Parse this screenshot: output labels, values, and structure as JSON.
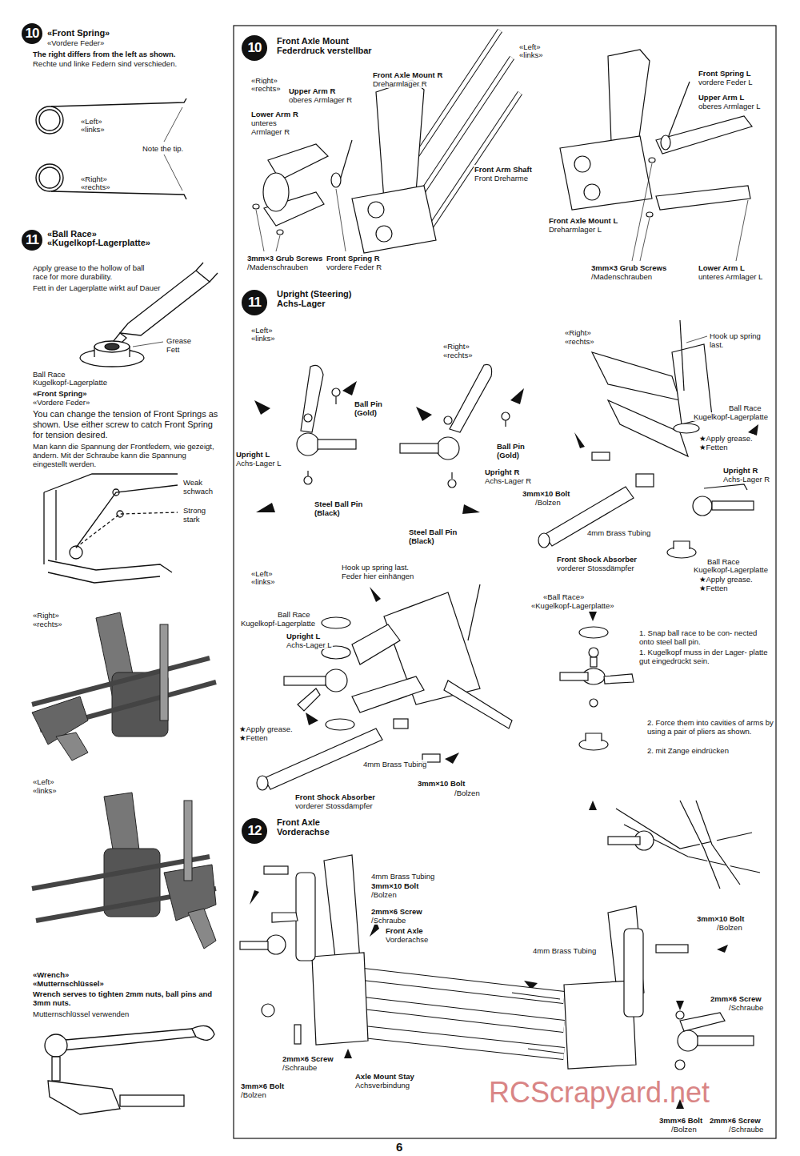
{
  "diagram": {
    "nodes": [
      {
        "text": [
          "10"
        ]
      },
      {
        "text": [
          "11"
        ]
      },
      {
        "text": [
          "10"
        ]
      },
      {
        "text": [
          "11"
        ]
      },
      {
        "text": [
          "12"
        ]
      }
    ],
    "labels": [
      "«Front Spring»",
      "«Vordere Feder»",
      "The right differs from the left as shown.",
      "Rechte und linke Federn sind verschieden.",
      "«Left»",
      "«links»",
      "Note the tip.",
      "«Right»",
      "«rechts»",
      "«Ball Race»",
      "«Kugelkopf-Lagerplatte»",
      "Apply grease to the hollow of ball race for more durability.",
      "Fett in der Lagerplatte wirkt auf Dauer",
      "Grease",
      "Fett",
      "Ball Race",
      "Kugelkopf-Lagerplatte",
      "«Front Spring»",
      "«Vordere Feder»",
      "You can change the tension of Front Springs as shown. Use either screw to catch Front Spring for tension desired.",
      "Man kann die Spannung der Frontfedern, wie gezeigt, ändern. Mit der Schraube kann die Spannung eingestellt werden.",
      "Weak",
      "schwach",
      "Strong",
      "stark",
      "«Right»",
      "«rechts»",
      "«Left»",
      "«links»",
      "«Wrench»",
      "«Mutternschlüssel»",
      "Wrench serves to tighten 2mm nuts, ball pins and 3mm nuts.",
      "Mutternschlüssel verwenden",
      "Front Axle Mount",
      "Federdruck verstellbar",
      "«Right»",
      "«rechts»",
      "Upper Arm R",
      "oberes Armlager R",
      "Lower Arm R",
      "unteres",
      "Armlager R",
      "Front Axle Mount R",
      "Dreharmlager R",
      "Front Arm Shaft",
      "Front Dreharme",
      "3mm×3 Grub Screws",
      "/Madenschrauben",
      "Front Spring R",
      "vordere Feder R",
      "«Left»",
      "«links»",
      "Front Spring L",
      "vordere Feder L",
      "Upper Arm L",
      "oberes Armlager L",
      "Front Axle Mount L",
      "Dreharmlager L",
      "3mm×3 Grub Screws",
      "/Madenschrauben",
      "Lower Arm L",
      "unteres Armlager L",
      "Upright (Steering)",
      "Achs-Lager",
      "«Left»",
      "«links»",
      "«Right»",
      "«rechts»",
      "Ball Pin",
      "(Gold)",
      "Upright L",
      "Achs-Lager L",
      "Steel Ball Pin",
      "(Black)",
      "Ball Pin",
      "(Gold)",
      "Upright R",
      "Achs-Lager R",
      "Steel Ball Pin",
      "(Black)",
      "«Right»",
      "«rechts»",
      "Hook up spring",
      "last.",
      "Ball Race",
      "Kugelkopf-Lagerplatte",
      "★Apply grease.",
      "★Fetten",
      "Upright R",
      "Achs-Lager R",
      "3mm×10 Bolt",
      "/Bolzen",
      "4mm Brass Tubing",
      "Front Shock Absorber",
      "vorderer Stossdämpfer",
      "Ball Race",
      "Kugelkopf-Lagerplatte",
      "★Apply grease.",
      "★Fetten",
      "«Ball Race»",
      "«Kugelkopf-Lagerplatte»",
      "1. Snap ball race to be con- nected onto steel ball pin.",
      "1. Kugelkopf muss in der Lager- platte gut eingedrückt sein.",
      "2. Force them into cavities of arms by using a pair of pliers as shown.",
      "2. mit Zange eindrücken",
      "«Left»",
      "«links»",
      "Hook up spring last.",
      "Feder hier einhängen",
      "Ball Race",
      "Kugelkopf-Lagerplatte",
      "Upright L",
      "Achs-Lager L",
      "★Apply grease.",
      "★Fetten",
      "4mm Brass Tubing",
      "3mm×10 Bolt",
      "/Bolzen",
      "Front Shock Absorber",
      "vorderer Stossdämpfer",
      "Front Axle",
      "Vorderachse",
      "4mm Brass Tubing",
      "3mm×10 Bolt",
      "/Bolzen",
      "2mm×6 Screw",
      "/Schraube",
      "Front Axle",
      "Vorderachse",
      "3mm×10 Bolt",
      "/Bolzen",
      "4mm Brass Tubing",
      "2mm×6 Screw",
      "/Schraube",
      "2mm×6 Screw",
      "/Schraube",
      "Axle Mount Stay",
      "Achsverbindung",
      "3mm×6 Bolt",
      "/Bolzen",
      "RCScrapyard.net",
      "3mm×6 Bolt",
      "/Bolzen",
      "2mm×6 Screw",
      "/Schraube",
      "6"
    ]
  }
}
